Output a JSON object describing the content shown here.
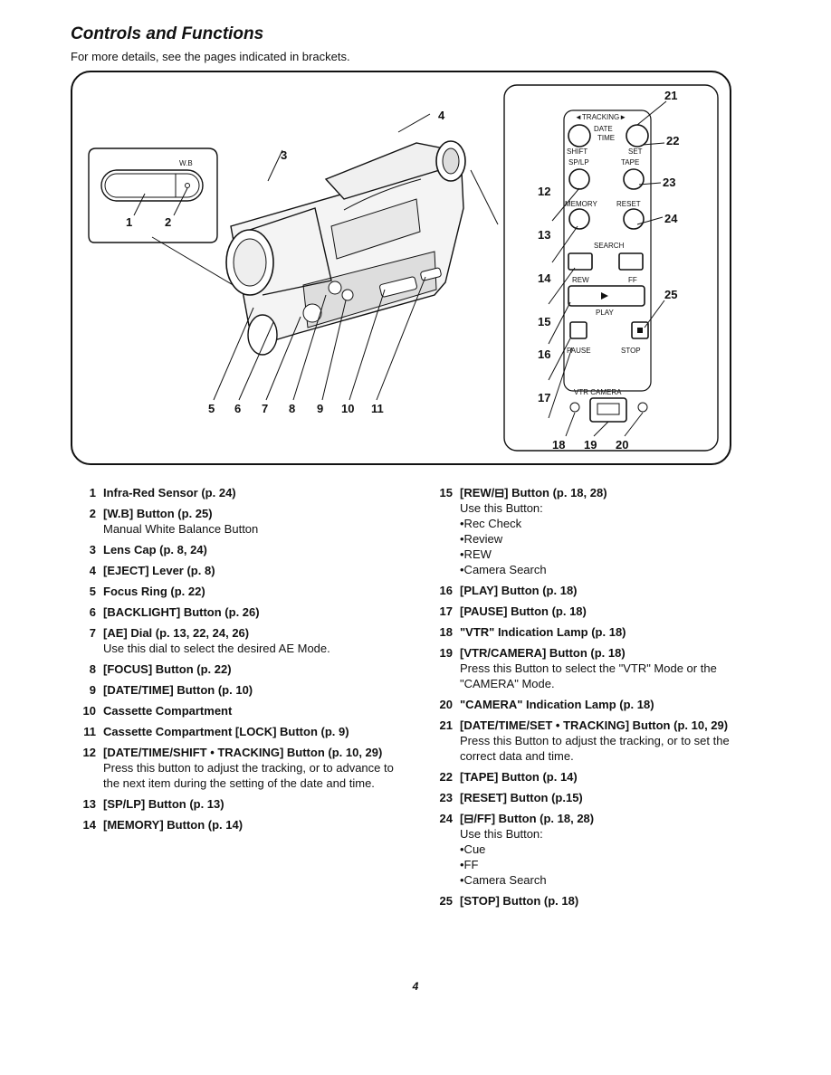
{
  "header": {
    "title": "Controls and Functions",
    "subtitle": "For more details, see the pages indicated in brackets."
  },
  "figure": {
    "callouts": [
      "1",
      "2",
      "3",
      "4",
      "5",
      "6",
      "7",
      "8",
      "9",
      "10",
      "11",
      "12",
      "13",
      "14",
      "15",
      "16",
      "17",
      "18",
      "19",
      "20",
      "21",
      "22",
      "23",
      "24",
      "25"
    ],
    "labels": {
      "wb": "W.B",
      "tracking": "◄TRACKING►",
      "date": "DATE",
      "time": "TIME",
      "shift": "SHIFT",
      "set": "SET",
      "splp": "SP/LP",
      "tape": "TAPE",
      "memory": "MEMORY",
      "reset": "RESET",
      "search": "SEARCH",
      "rew": "REW",
      "ff": "FF",
      "play": "PLAY",
      "pause": "PAUSE",
      "stop": "STOP",
      "vtr_camera": "VTR   CAMERA"
    }
  },
  "left_items": [
    {
      "num": "1",
      "label": "Infra-Red Sensor (p. 24)",
      "desc": []
    },
    {
      "num": "2",
      "label": "[W.B] Button (p. 25)",
      "desc": [
        "Manual White Balance Button"
      ]
    },
    {
      "num": "3",
      "label": "Lens Cap (p. 8, 24)",
      "desc": []
    },
    {
      "num": "4",
      "label": "[EJECT] Lever (p. 8)",
      "desc": []
    },
    {
      "num": "5",
      "label": "Focus Ring (p. 22)",
      "desc": []
    },
    {
      "num": "6",
      "label": "[BACKLIGHT] Button (p. 26)",
      "desc": []
    },
    {
      "num": "7",
      "label": "[AE] Dial (p. 13, 22, 24, 26)",
      "desc": [
        "Use this dial to select the desired AE Mode."
      ]
    },
    {
      "num": "8",
      "label": "[FOCUS] Button (p. 22)",
      "desc": []
    },
    {
      "num": "9",
      "label": "[DATE/TIME] Button (p. 10)",
      "desc": []
    },
    {
      "num": "10",
      "label": "Cassette Compartment",
      "desc": []
    },
    {
      "num": "11",
      "label": "Cassette Compartment [LOCK] Button (p. 9)",
      "desc": []
    },
    {
      "num": "12",
      "label": "[DATE/TIME/SHIFT • TRACKING] Button (p. 10, 29)",
      "desc": [
        "Press this button to adjust the tracking, or to advance to the next item during the setting of the date and time."
      ]
    },
    {
      "num": "13",
      "label": "[SP/LP] Button (p. 13)",
      "desc": []
    },
    {
      "num": "14",
      "label": "[MEMORY] Button (p. 14)",
      "desc": []
    }
  ],
  "right_items": [
    {
      "num": "15",
      "label": "[REW/⊟] Button (p. 18, 28)",
      "desc": [
        "Use this Button:",
        "•Rec Check",
        "•Review",
        "•REW",
        "•Camera Search"
      ]
    },
    {
      "num": "16",
      "label": "[PLAY] Button (p. 18)",
      "desc": []
    },
    {
      "num": "17",
      "label": "[PAUSE] Button (p. 18)",
      "desc": []
    },
    {
      "num": "18",
      "label": "\"VTR\" Indication Lamp (p. 18)",
      "desc": []
    },
    {
      "num": "19",
      "label": "[VTR/CAMERA] Button (p. 18)",
      "desc": [
        "Press this Button to select the \"VTR\" Mode or the \"CAMERA\" Mode."
      ]
    },
    {
      "num": "20",
      "label": "\"CAMERA\" Indication Lamp (p. 18)",
      "desc": []
    },
    {
      "num": "21",
      "label": "[DATE/TIME/SET • TRACKING] Button (p. 10, 29)",
      "desc": [
        "Press this Button to adjust the tracking, or to set the correct data and time."
      ]
    },
    {
      "num": "22",
      "label": "[TAPE] Button (p. 14)",
      "desc": []
    },
    {
      "num": "23",
      "label": "[RESET] Button (p.15)",
      "desc": []
    },
    {
      "num": "24",
      "label": "[⊟/FF] Button (p. 18, 28)",
      "desc": [
        "Use this Button:",
        "•Cue",
        "•FF",
        "•Camera Search"
      ]
    },
    {
      "num": "25",
      "label": "[STOP] Button (p. 18)",
      "desc": []
    }
  ],
  "footer": {
    "page_number": "4"
  }
}
